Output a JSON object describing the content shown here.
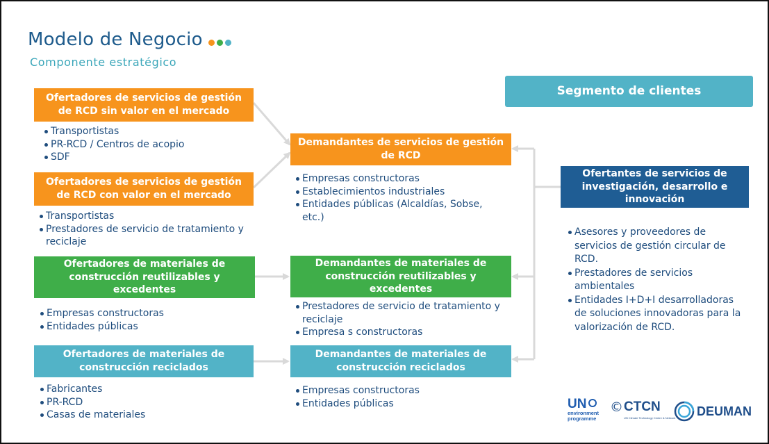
{
  "header": {
    "title": "Modelo de Negocio",
    "subtitle": "Componente estratégico"
  },
  "colors": {
    "orange": "#f7941d",
    "green": "#3fae49",
    "teal": "#52b3c7",
    "dark_blue": "#1f5d94",
    "text_blue": "#1e4c7d",
    "arrow_gray": "#d9d9d9"
  },
  "segment": {
    "label": "Segmento de clientes"
  },
  "offerers": {
    "rcd_sin_valor": {
      "label": "Ofertadores de servicios de gestión de RCD sin valor en el mercado",
      "items": [
        "Transportistas",
        "PR-RCD / Centros de acopio",
        "SDF"
      ]
    },
    "rcd_con_valor": {
      "label": "Ofertadores de servicios de gestión de RCD con valor en el mercado",
      "items": [
        "Transportistas",
        "Prestadores de servicio de tratamiento y reciclaje"
      ]
    },
    "materiales_reutilizables": {
      "label": "Ofertadores de materiales de construcción reutilizables y excedentes",
      "items": [
        "Empresas constructoras",
        "Entidades públicas"
      ]
    },
    "materiales_reciclados": {
      "label": "Ofertadores de materiales de construcción reciclados",
      "items": [
        "Fabricantes",
        "PR-RCD",
        "Casas de materiales"
      ]
    }
  },
  "demanders": {
    "servicios_rcd": {
      "label": "Demandantes de servicios de gestión de RCD",
      "items": [
        "Empresas constructoras",
        "Establecimientos industriales",
        "Entidades públicas (Alcaldías, Sobse, etc.)"
      ]
    },
    "materiales_reutilizables": {
      "label": "Demandantes de materiales de construcción reutilizables y excedentes",
      "items": [
        "Prestadores de servicio de tratamiento y reciclaje",
        "Empresa s constructoras"
      ]
    },
    "materiales_reciclados": {
      "label": "Demandantes de materiales de construcción reciclados",
      "items": [
        "Empresas constructoras",
        "Entidades públicas"
      ]
    }
  },
  "research": {
    "label": "Ofertantes de servicios de investigación, desarrollo e innovación",
    "items": [
      "Asesores y proveedores de servicios de gestión circular de RCD.",
      "Prestadores de servicios ambientales",
      "Entidades I+D+I desarrolladoras de soluciones innovadoras para la valorización de RCD."
    ]
  },
  "logos": {
    "un_main": "UN",
    "un_sub1": "environment",
    "un_sub2": "programme",
    "ctcn_main": "CTCN",
    "ctcn_sub": "UN Climate Technology Centre & Network",
    "deuman": "DEUMAN"
  }
}
